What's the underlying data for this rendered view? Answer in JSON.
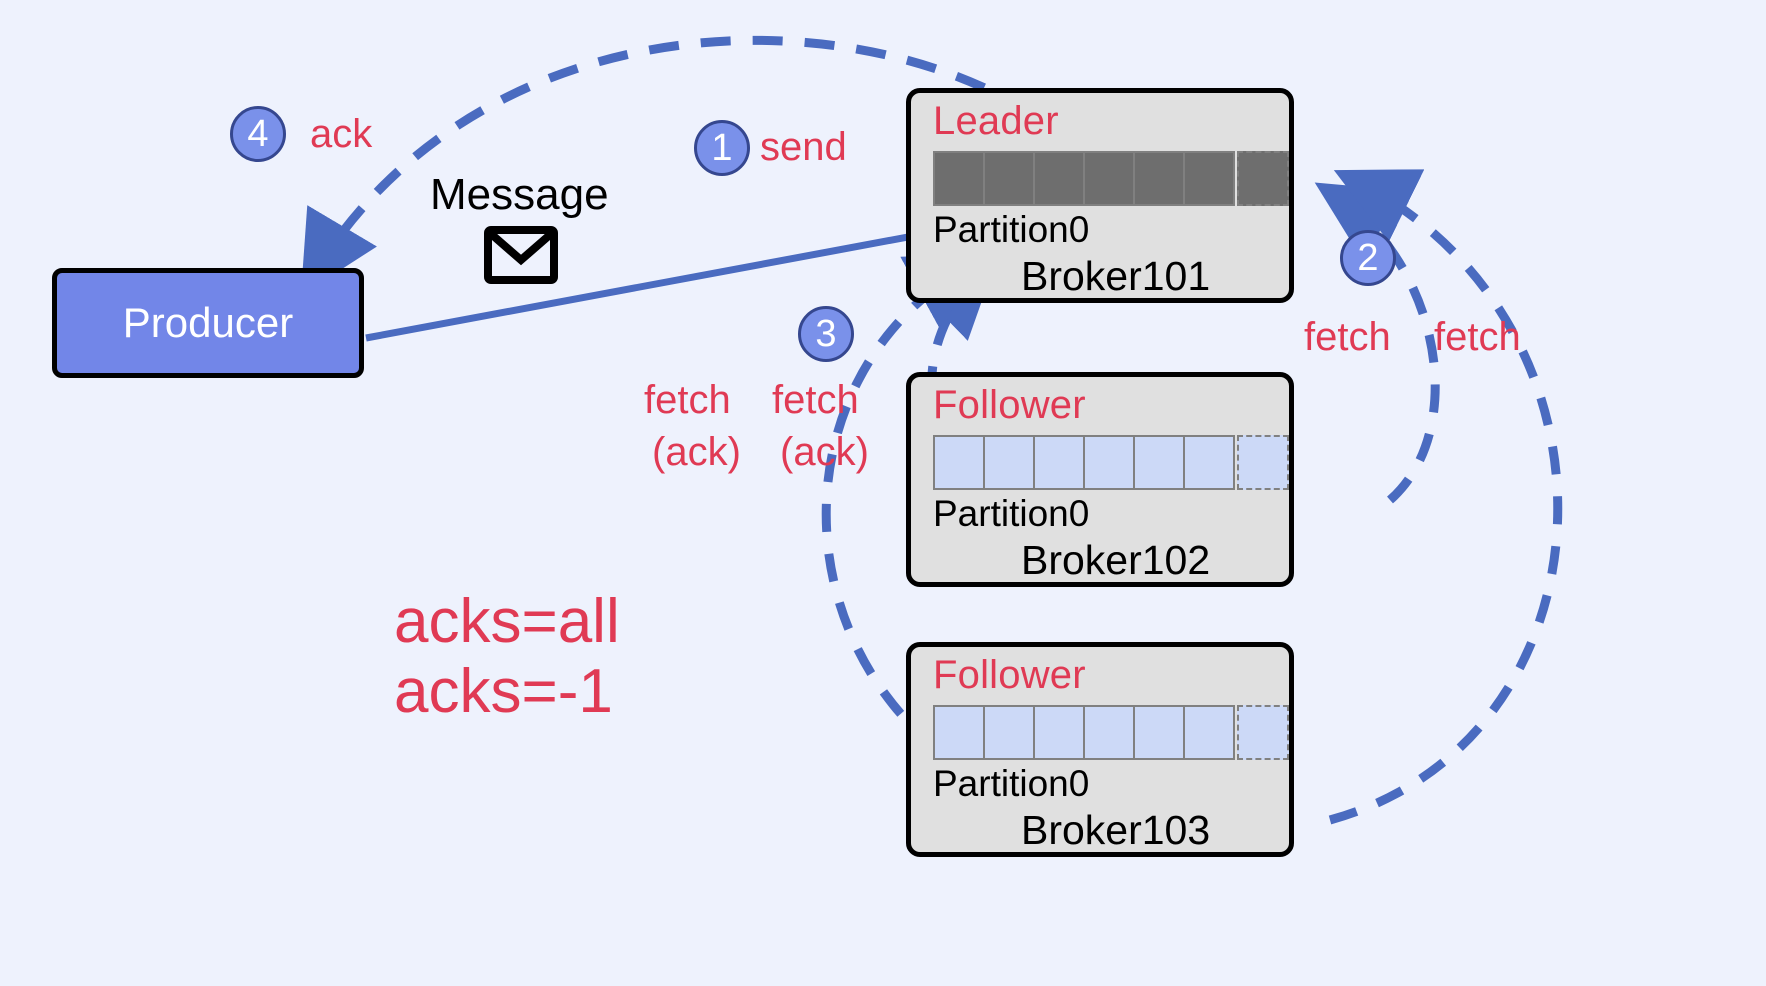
{
  "diagram": {
    "title": "Kafka acks=all replication flow",
    "background_color": "#eef2fd",
    "accent_blue": "#7286e8",
    "accent_red": "#e03a54",
    "leader_cell_color": "#6e6e6e",
    "follower_cell_color": "#ccd9f7"
  },
  "producer": {
    "label": "Producer"
  },
  "message": {
    "label": "Message",
    "icon": "envelope-icon"
  },
  "steps": [
    {
      "number": "1",
      "label": "send"
    },
    {
      "number": "2",
      "label": "fetch"
    },
    {
      "number": "3",
      "label": "fetch"
    },
    {
      "number": "4",
      "label": "ack"
    }
  ],
  "labels": {
    "ack": "ack",
    "send": "send",
    "fetch": "fetch",
    "fetch_ack": "(ack)",
    "acks_all": "acks=all",
    "acks_minus_one": "acks=-1"
  },
  "brokers": [
    {
      "role": "Leader",
      "partition": "Partition0",
      "name": "Broker101",
      "cells_filled": 6,
      "cells_dashed": 1,
      "cell_style": "leader"
    },
    {
      "role": "Follower",
      "partition": "Partition0",
      "name": "Broker102",
      "cells_filled": 6,
      "cells_dashed": 1,
      "cell_style": "follower"
    },
    {
      "role": "Follower",
      "partition": "Partition0",
      "name": "Broker103",
      "cells_filled": 6,
      "cells_dashed": 1,
      "cell_style": "follower"
    }
  ]
}
